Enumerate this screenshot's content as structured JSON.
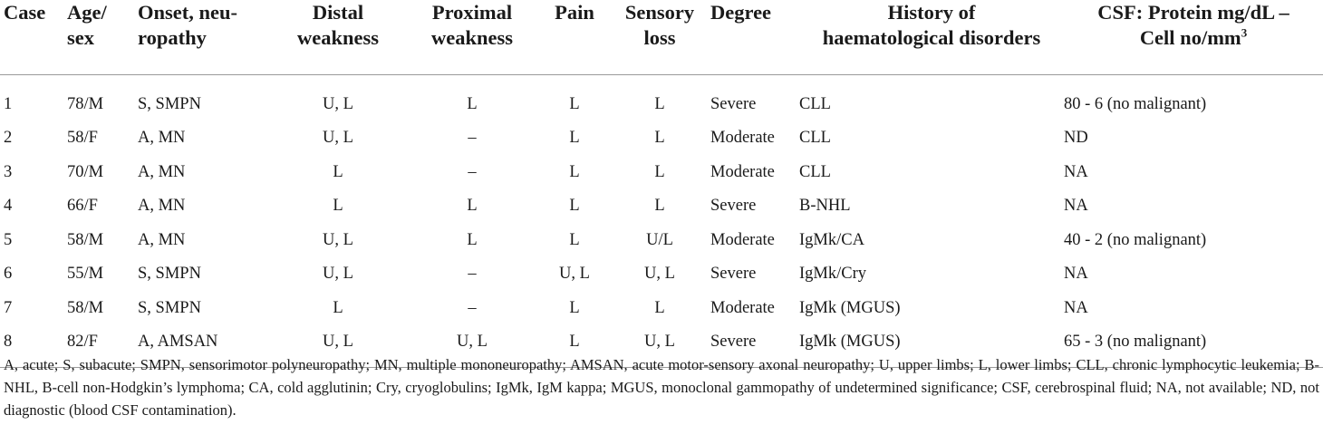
{
  "table": {
    "headers": [
      [
        "Case"
      ],
      [
        "Age/",
        "sex"
      ],
      [
        "Onset, neu-",
        "ropathy"
      ],
      [
        "Distal",
        "weakness"
      ],
      [
        "Proximal",
        "weakness"
      ],
      [
        "Pain"
      ],
      [
        "Sensory",
        "loss"
      ],
      [
        "Degree"
      ],
      [
        "History of",
        "haematological disorders"
      ],
      [
        "CSF: Protein mg/dL –",
        "Cell no/mm"
      ]
    ],
    "header_sup": "3",
    "rows": [
      [
        "1",
        "78/M",
        "S, SMPN",
        "U, L",
        "L",
        "L",
        "L",
        "Severe",
        "CLL",
        "80 - 6 (no malignant)"
      ],
      [
        "2",
        "58/F",
        "A, MN",
        "U, L",
        "–",
        "L",
        "L",
        "Moderate",
        "CLL",
        "ND"
      ],
      [
        "3",
        "70/M",
        "A, MN",
        "L",
        "–",
        "L",
        "L",
        "Moderate",
        "CLL",
        "NA"
      ],
      [
        "4",
        "66/F",
        "A, MN",
        "L",
        "L",
        "L",
        "L",
        "Severe",
        "B-NHL",
        "NA"
      ],
      [
        "5",
        "58/M",
        "A, MN",
        "U, L",
        "L",
        "L",
        "U/L",
        "Moderate",
        "IgMk/CA",
        "40 - 2 (no malignant)"
      ],
      [
        "6",
        "55/M",
        "S, SMPN",
        "U, L",
        "–",
        "U, L",
        "U, L",
        "Severe",
        "IgMk/Cry",
        "NA"
      ],
      [
        "7",
        "58/M",
        "S, SMPN",
        "L",
        "–",
        "L",
        "L",
        "Moderate",
        "IgMk (MGUS)",
        "NA"
      ],
      [
        "8",
        "82/F",
        "A, AMSAN",
        "U, L",
        "U, L",
        "L",
        "U, L",
        "Severe",
        "IgMk (MGUS)",
        "65 - 3 (no malignant)"
      ]
    ]
  },
  "footnote": "A, acute; S, subacute; SMPN, sensorimotor polyneuropathy; MN, multiple mononeuropathy; AMSAN, acute motor-sensory axonal neuropathy; U, upper limbs; L, lower limbs; CLL, chronic lymphocytic leukemia; B-NHL, B-cell non-Hodgkin’s lymphoma; CA, cold agglutinin; Cry, cryoglobulins; IgMk, IgM kappa; MGUS, monoclonal gammopathy of undetermined significance; CSF, cerebrospinal fluid; NA, not available; ND, not diagnostic (blood CSF contamination)."
}
